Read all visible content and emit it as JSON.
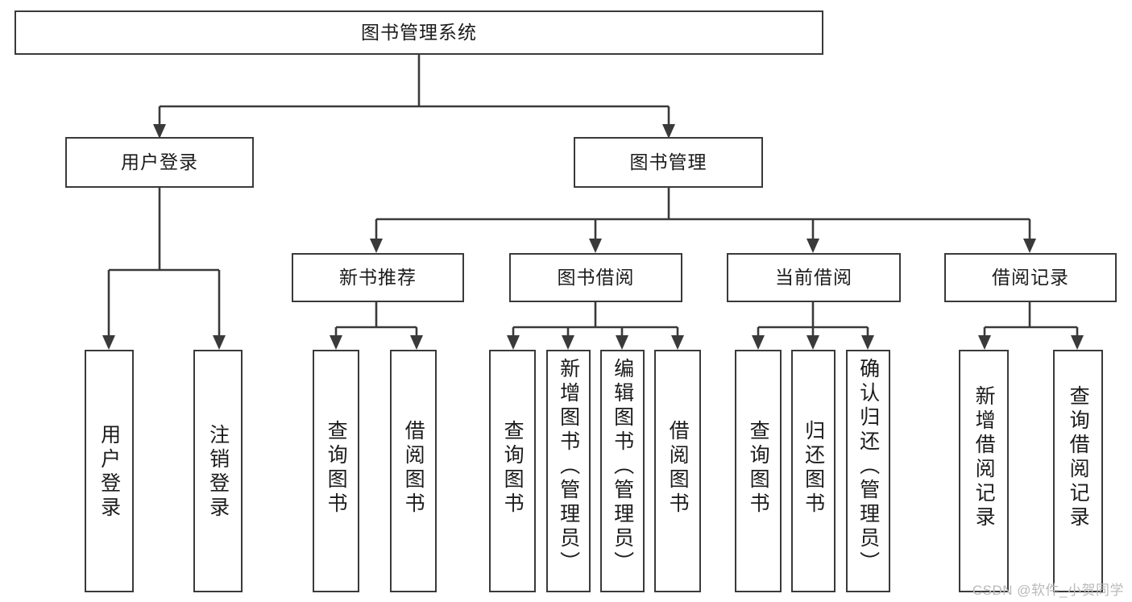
{
  "diagram": {
    "title": "图书管理系统",
    "type": "tree-hierarchy-chart",
    "root": {
      "label": "图书管理系统"
    },
    "level1": [
      {
        "label": "用户登录"
      },
      {
        "label": "图书管理"
      }
    ],
    "level2": [
      {
        "label": "新书推荐"
      },
      {
        "label": "图书借阅"
      },
      {
        "label": "当前借阅"
      },
      {
        "label": "借阅记录"
      }
    ],
    "leaves": [
      {
        "label": "用户登录",
        "parent": "用户登录"
      },
      {
        "label": "注销登录",
        "parent": "用户登录"
      },
      {
        "label": "查询图书",
        "parent": "新书推荐"
      },
      {
        "label": "借阅图书",
        "parent": "新书推荐"
      },
      {
        "label": "查询图书",
        "parent": "图书借阅"
      },
      {
        "label": "新增图书（管理员）",
        "parent": "图书借阅"
      },
      {
        "label": "编辑图书（管理员）",
        "parent": "图书借阅"
      },
      {
        "label": "借阅图书",
        "parent": "图书借阅"
      },
      {
        "label": "查询图书",
        "parent": "当前借阅"
      },
      {
        "label": "归还图书",
        "parent": "当前借阅"
      },
      {
        "label": "确认归还（管理员）",
        "parent": "当前借阅"
      },
      {
        "label": "新增借阅记录",
        "parent": "借阅记录"
      },
      {
        "label": "查询借阅记录",
        "parent": "借阅记录"
      }
    ]
  },
  "watermark": {
    "text": "CSDN @软件_小贺同学"
  },
  "colors": {
    "stroke": "#3a3a3a",
    "background": "#ffffff",
    "text": "#1b1b1b",
    "watermark": "#b9b9b9"
  }
}
